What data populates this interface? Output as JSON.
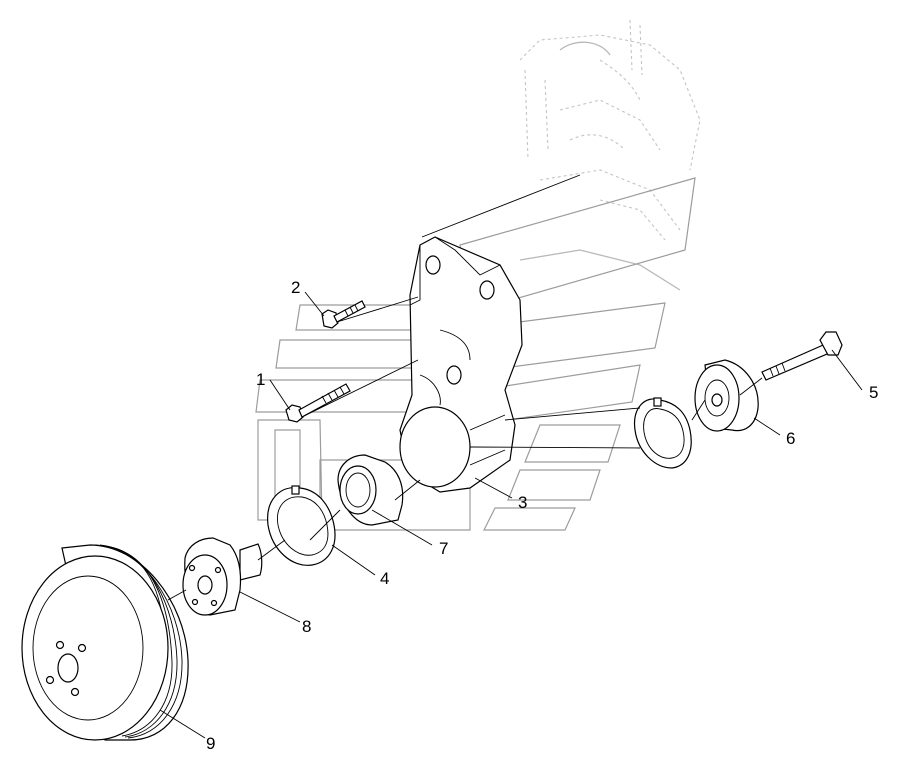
{
  "callouts": [
    {
      "id": "callout-1",
      "label": "1"
    },
    {
      "id": "callout-2",
      "label": "2"
    },
    {
      "id": "callout-3",
      "label": "3"
    },
    {
      "id": "callout-4",
      "label": "4"
    },
    {
      "id": "callout-5",
      "label": "5"
    },
    {
      "id": "callout-6",
      "label": "6"
    },
    {
      "id": "callout-7",
      "label": "7"
    },
    {
      "id": "callout-8",
      "label": "8"
    },
    {
      "id": "callout-9",
      "label": "9"
    }
  ]
}
